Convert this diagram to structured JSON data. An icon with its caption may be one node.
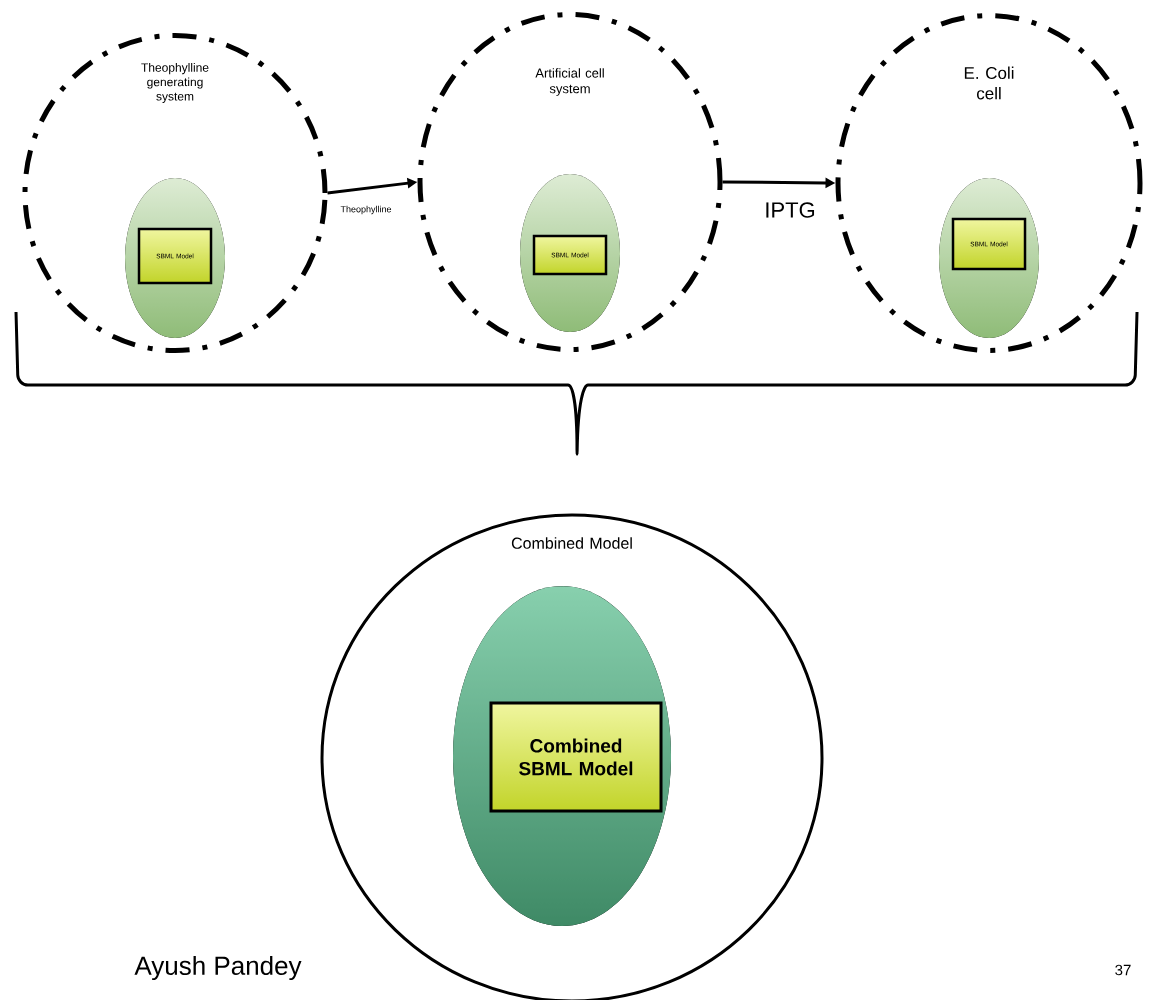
{
  "diagram": {
    "nodes": [
      {
        "text": [
          "Theophylline generating system"
        ]
      },
      {
        "text": [
          "SBML Model"
        ],
        "in": 0
      },
      {
        "text": [
          "Artificial cell system"
        ]
      },
      {
        "text": [
          "SBML Model"
        ],
        "in": 2
      },
      {
        "text": [
          "E. Coli cell"
        ]
      },
      {
        "text": [
          "SBML Model"
        ],
        "in": 4
      },
      {
        "text": [
          "Combined Model"
        ]
      },
      {
        "text": [
          "Combined SBML Model"
        ],
        "in": 6
      }
    ],
    "edges": [
      {
        "from": 0,
        "to": 2,
        "arrow": "to",
        "label": "Theophylline"
      },
      {
        "from": 2,
        "to": 4,
        "arrow": "to",
        "label": "IPTG"
      }
    ],
    "labels": [
      "Ayush Pandey",
      "37"
    ]
  }
}
